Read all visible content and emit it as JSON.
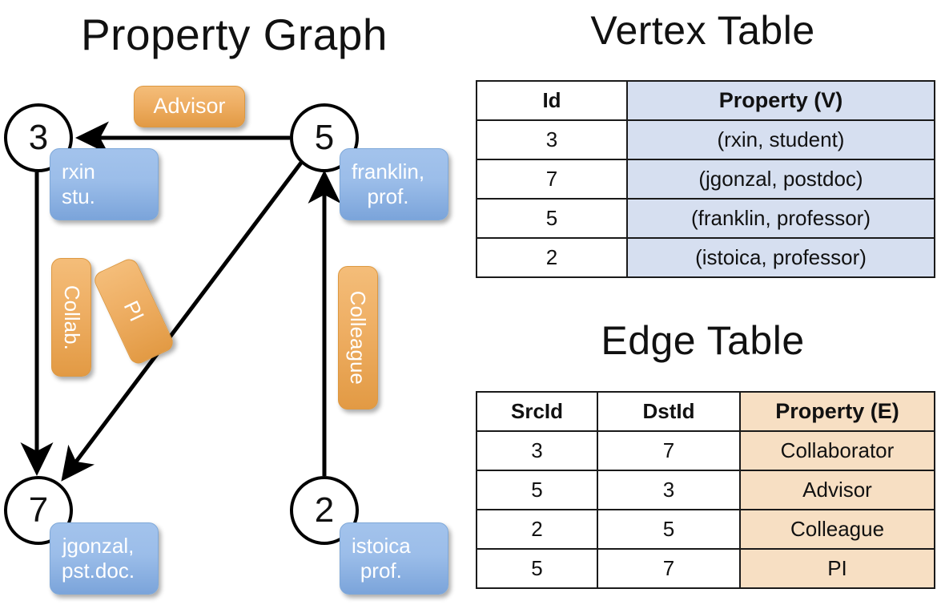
{
  "titles": {
    "graph": "Property Graph",
    "vertex_table": "Vertex Table",
    "edge_table": "Edge Table"
  },
  "colors": {
    "vertex_property_fill": "#d6dff0",
    "edge_property_fill": "#f7dfc3",
    "vertex_label_box": "#9bbde9",
    "edge_label_box": "#eeae63",
    "stroke": "#000000",
    "background": "#ffffff"
  },
  "graph": {
    "nodes": [
      {
        "id": "3",
        "label": "rxin\nstu."
      },
      {
        "id": "5",
        "label": "franklin,\nprof."
      },
      {
        "id": "7",
        "label": "jgonzal,\npst.doc."
      },
      {
        "id": "2",
        "label": "istoica\nprof."
      }
    ],
    "edge_labels": [
      {
        "name": "advisor",
        "text": "Advisor"
      },
      {
        "name": "collab",
        "text": "Collab."
      },
      {
        "name": "pi",
        "text": "PI"
      },
      {
        "name": "colleague",
        "text": "Colleague"
      }
    ],
    "edges": [
      {
        "from": "5",
        "to": "3",
        "label": "Advisor"
      },
      {
        "from": "3",
        "to": "7",
        "label": "Collab."
      },
      {
        "from": "5",
        "to": "7",
        "label": "PI"
      },
      {
        "from": "2",
        "to": "5",
        "label": "Colleague"
      }
    ]
  },
  "vertex_table": {
    "headers": [
      "Id",
      "Property (V)"
    ],
    "rows": [
      [
        "3",
        "(rxin, student)"
      ],
      [
        "7",
        "(jgonzal, postdoc)"
      ],
      [
        "5",
        "(franklin, professor)"
      ],
      [
        "2",
        "(istoica, professor)"
      ]
    ]
  },
  "edge_table": {
    "headers": [
      "SrcId",
      "DstId",
      "Property (E)"
    ],
    "rows": [
      [
        "3",
        "7",
        "Collaborator"
      ],
      [
        "5",
        "3",
        "Advisor"
      ],
      [
        "2",
        "5",
        "Colleague"
      ],
      [
        "5",
        "7",
        "PI"
      ]
    ]
  }
}
